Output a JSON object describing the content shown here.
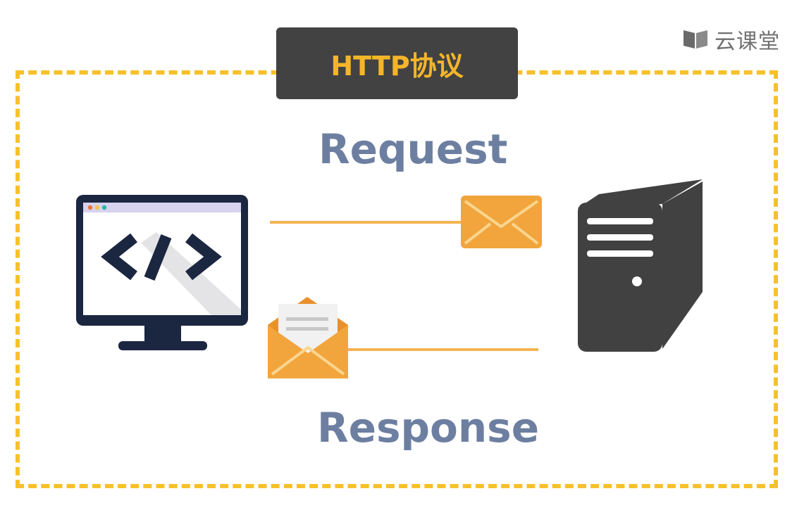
{
  "title": "HTTP协议",
  "logo": {
    "text": "云课堂",
    "icon": "book-icon"
  },
  "labels": {
    "request": "Request",
    "response": "Response"
  },
  "icons": {
    "client": "computer-monitor-code-icon",
    "server": "server-tower-icon",
    "request_message": "closed-envelope-icon",
    "response_message": "open-envelope-letter-icon"
  },
  "colors": {
    "frame_dash": "#f7c12b",
    "title_box": "#424242",
    "title_text": "#f5b52a",
    "label_text": "#6d7fa1",
    "envelope": "#f2a53c",
    "monitor": "#1b2640",
    "server": "#414141",
    "connector_line": "#f4b452"
  }
}
